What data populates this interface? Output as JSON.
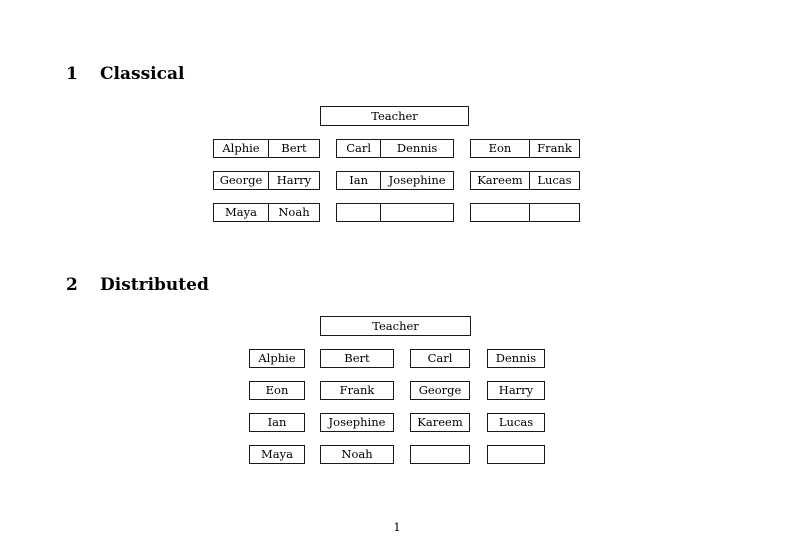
{
  "page": {
    "page_number": "1",
    "background": "#ffffff",
    "text_color": "#000000",
    "border_color": "#1a1a1a"
  },
  "sections": [
    {
      "number": "1",
      "title": "Classical",
      "layout": "three-groups-of-two-columns",
      "teacher": {
        "label": "Teacher"
      },
      "groups": [
        {
          "rows": [
            {
              "left": "Alphie",
              "right": "Bert"
            },
            {
              "left": "George",
              "right": "Harry"
            },
            {
              "left": "Maya",
              "right": "Noah"
            }
          ]
        },
        {
          "rows": [
            {
              "left": "Carl",
              "right": "Dennis"
            },
            {
              "left": "Ian",
              "right": "Josephine"
            },
            {
              "left": "",
              "right": ""
            }
          ]
        },
        {
          "rows": [
            {
              "left": "Eon",
              "right": "Frank"
            },
            {
              "left": "Kareem",
              "right": "Lucas"
            },
            {
              "left": "",
              "right": ""
            }
          ]
        }
      ]
    },
    {
      "number": "2",
      "title": "Distributed",
      "layout": "four-independent-columns",
      "teacher": {
        "label": "Teacher"
      },
      "rows": [
        [
          "Alphie",
          "Bert",
          "Carl",
          "Dennis"
        ],
        [
          "Eon",
          "Frank",
          "George",
          "Harry"
        ],
        [
          "Ian",
          "Josephine",
          "Kareem",
          "Lucas"
        ],
        [
          "Maya",
          "Noah",
          "",
          ""
        ]
      ]
    }
  ]
}
